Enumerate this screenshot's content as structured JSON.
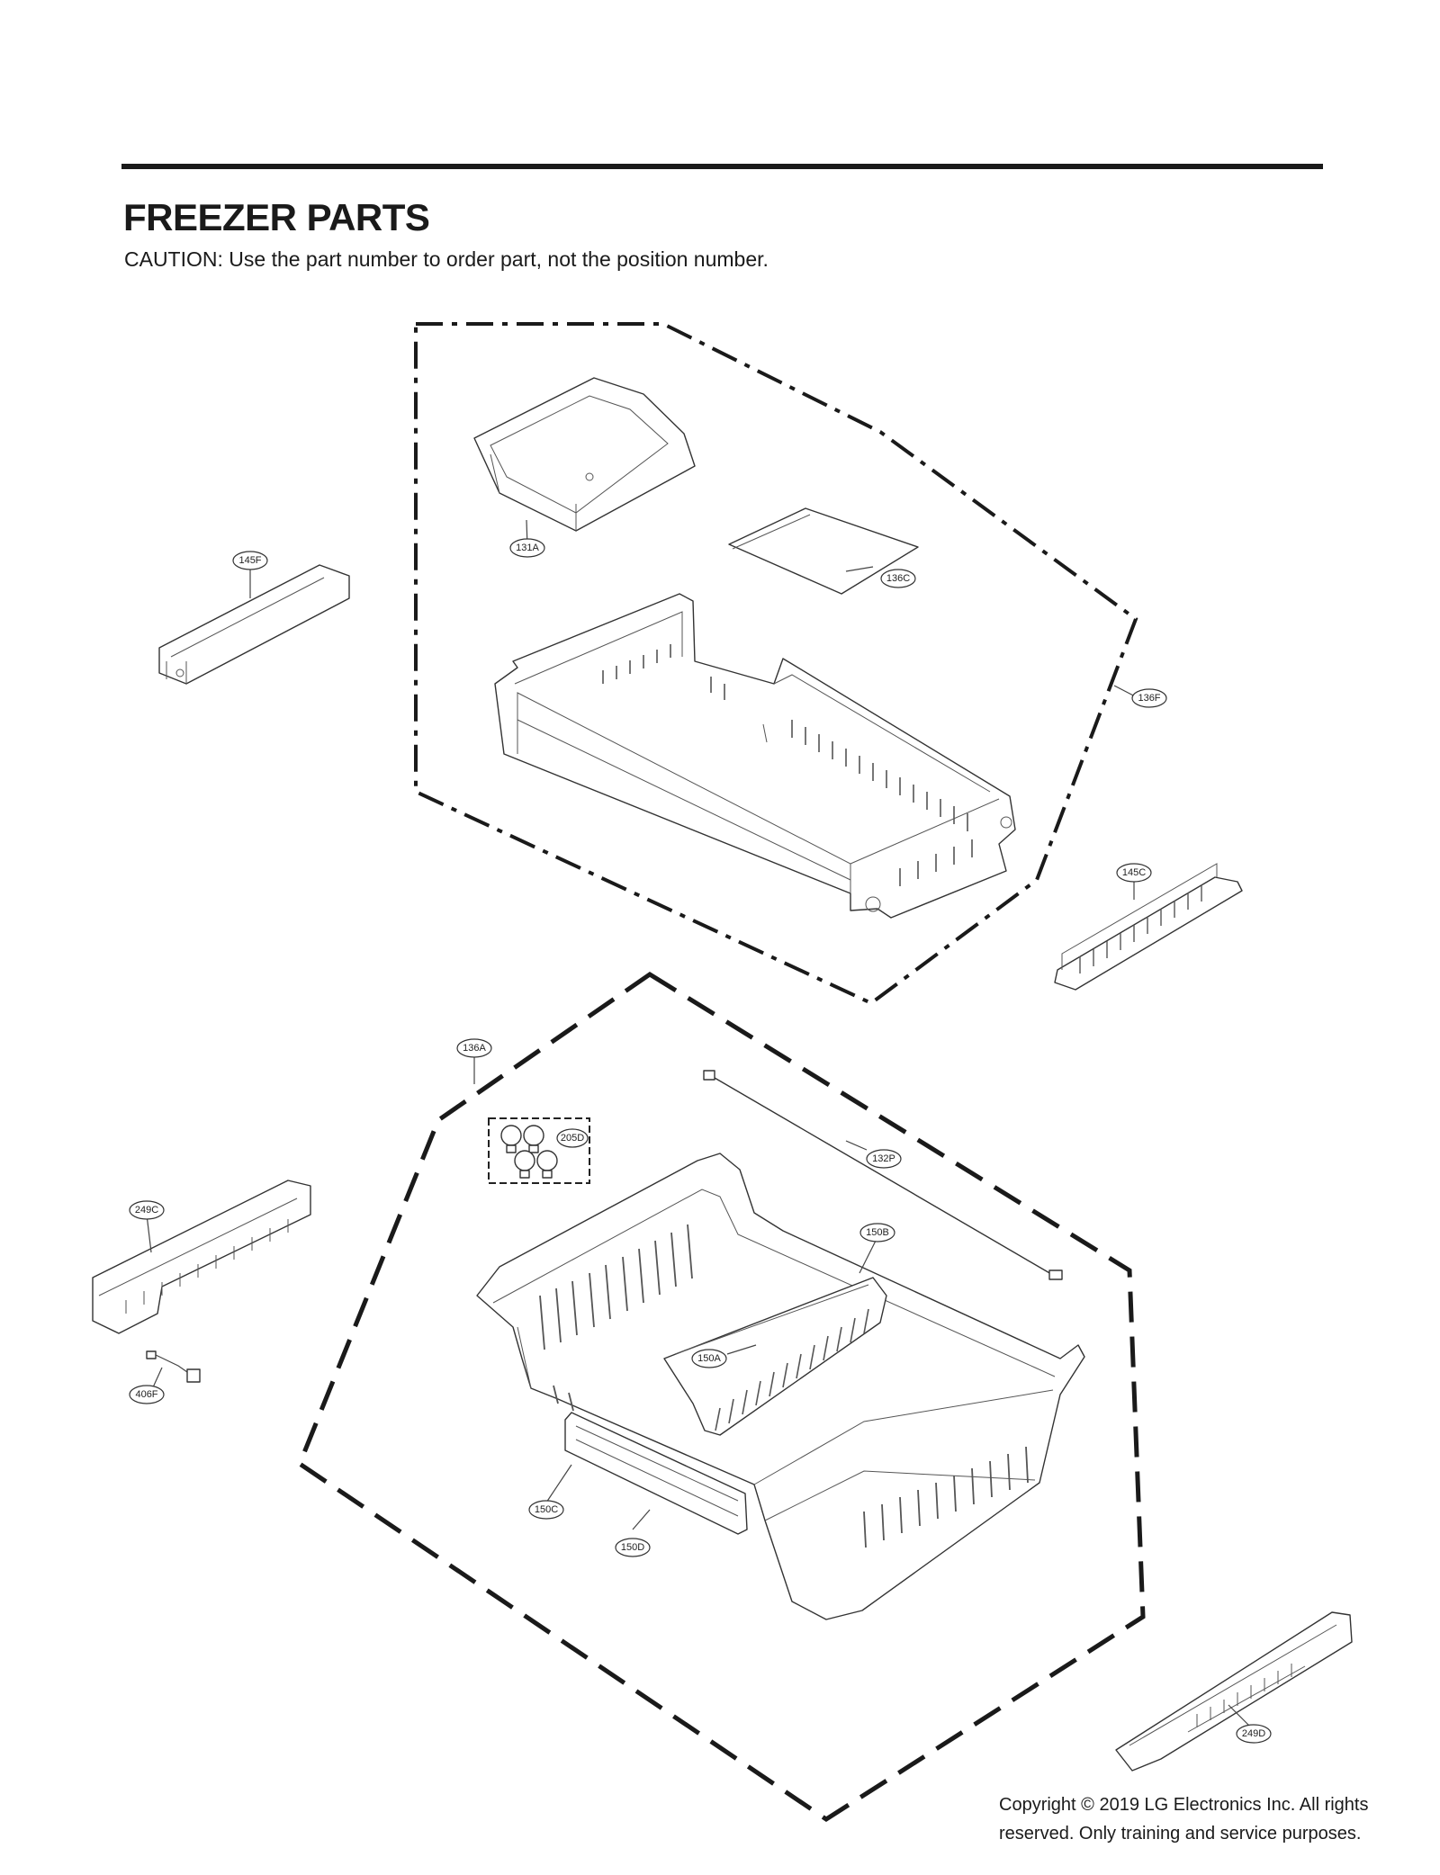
{
  "header": {
    "title": "FREEZER PARTS",
    "caution": "CAUTION: Use the part number to order part, not the position number."
  },
  "callouts": {
    "c131A": "131A",
    "c136C": "136C",
    "c136F": "136F",
    "c145F": "145F",
    "c145C": "145C",
    "c136A": "136A",
    "c205D": "205D",
    "c132P": "132P",
    "c150B": "150B",
    "c150A": "150A",
    "c249C": "249C",
    "c406F": "406F",
    "c150C": "150C",
    "c150D": "150D",
    "c249D": "249D"
  },
  "footer": {
    "copyright_line1": "Copyright © 2019  LG Electronics Inc. All rights",
    "copyright_line2": "reserved. Only training and service purposes."
  }
}
